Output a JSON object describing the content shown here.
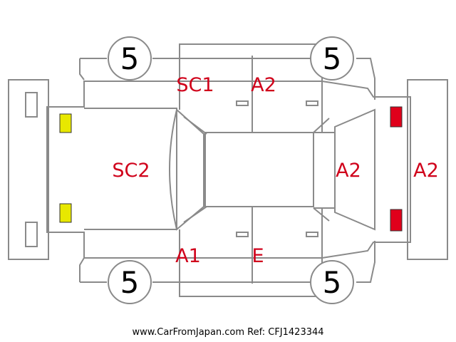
{
  "damage_codes": {
    "roof_left": "SC1",
    "roof_right": "A2",
    "hood": "SC2",
    "rear_window": "A2",
    "rear_bumper": "A2",
    "bottom_front_door": "A1",
    "bottom_rear_door": "E"
  },
  "tire_tread": {
    "front_left": "5",
    "rear_left": "5",
    "front_right": "5",
    "rear_right": "5"
  },
  "marker_colors": {
    "headlight": "#e8e800",
    "taillight": "#e0001b",
    "label": "#d0021b"
  },
  "footer": "www.CarFromJapan.com Ref: CFJ1423344"
}
